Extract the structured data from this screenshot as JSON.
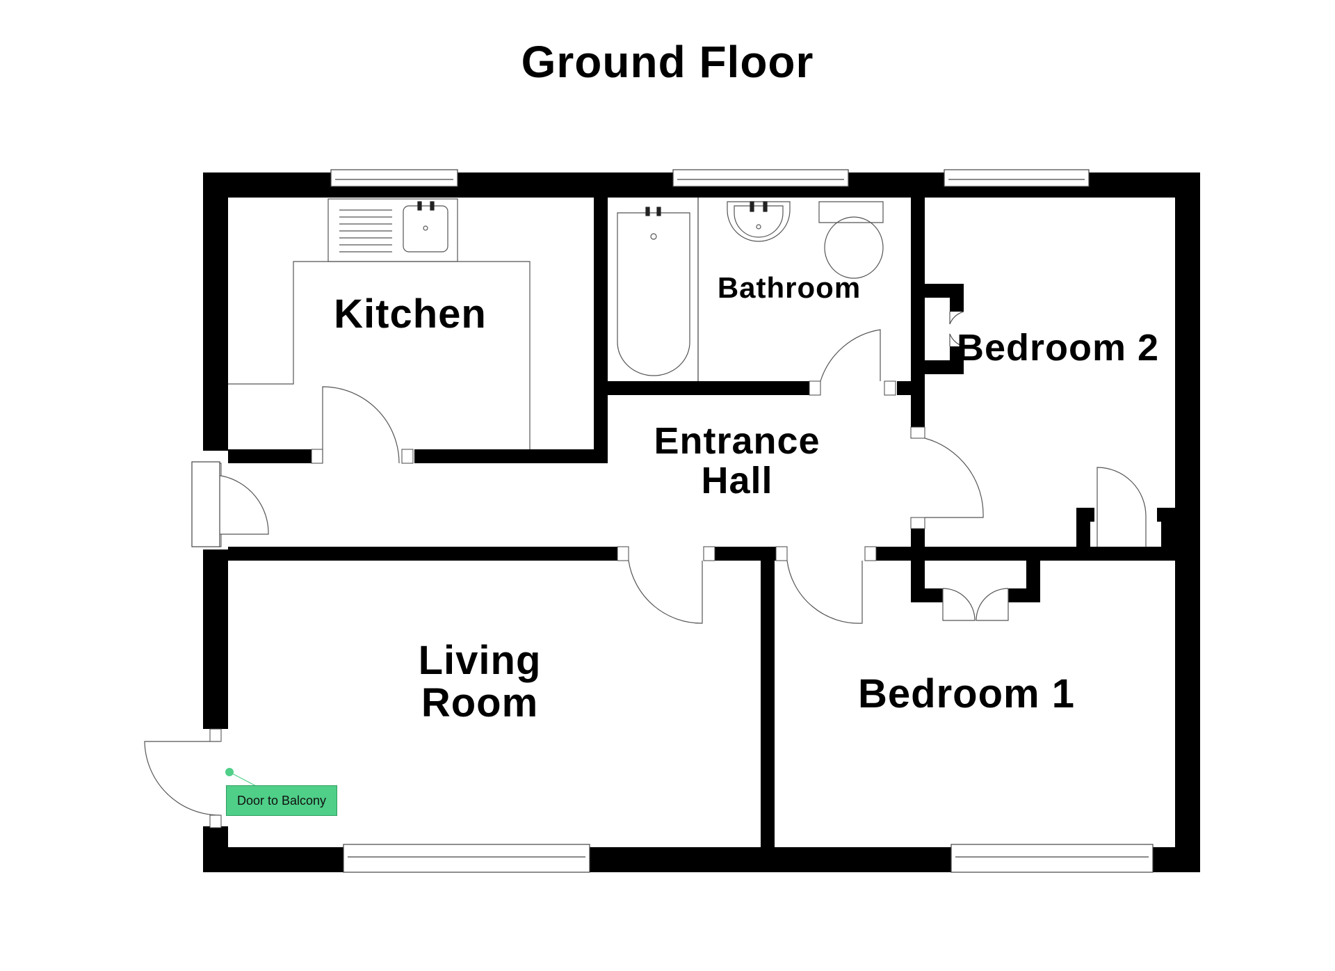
{
  "title": "Ground Floor",
  "rooms": {
    "kitchen": "Kitchen",
    "bathroom": "Bathroom",
    "bedroom2": "Bedroom 2",
    "entrance_hall_line1": "Entrance",
    "entrance_hall_line2": "Hall",
    "living_room_line1": "Living",
    "living_room_line2": "Room",
    "bedroom1": "Bedroom 1"
  },
  "annotation": {
    "label": "Door to Balcony",
    "color": "#4fcf88"
  },
  "colors": {
    "wall": "#000000",
    "fixture": "#555555",
    "background": "#ffffff"
  }
}
